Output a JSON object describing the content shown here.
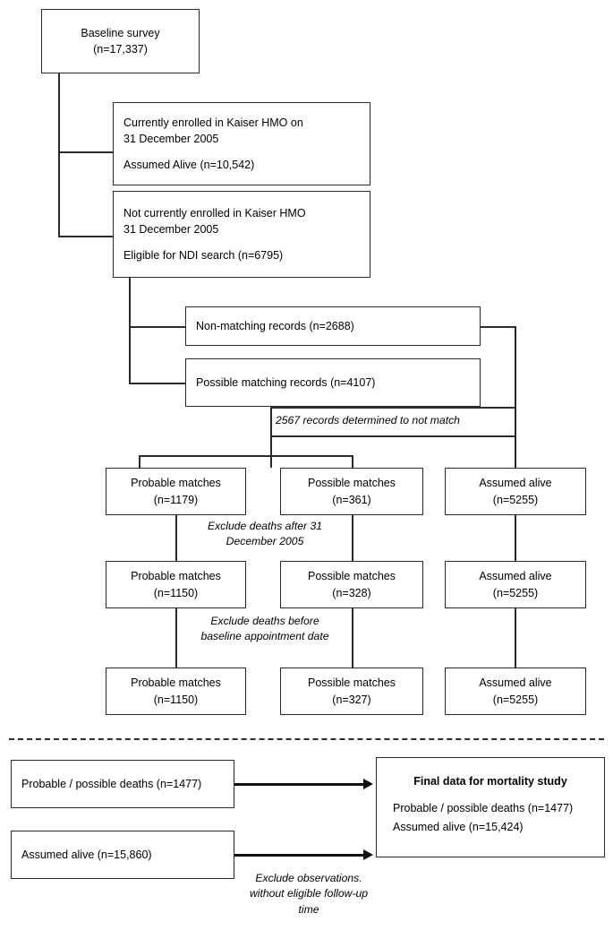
{
  "figure": {
    "title": "Study participant flow diagram for mortality follow-up",
    "type": "flowchart"
  },
  "nodes": {
    "baseline": {
      "line1": "Baseline survey",
      "line2": "(n=17,337)"
    },
    "enrolled": {
      "line1": "Currently enrolled in Kaiser HMO on",
      "line2": "31 December 2005",
      "line3": "Assumed Alive (n=10,542)"
    },
    "not_enrolled": {
      "line1": "Not currently enrolled in Kaiser HMO",
      "line2": "31 December 2005",
      "line3": "Eligible for NDI search (n=6795)"
    },
    "non_matching": {
      "line1": "Non-matching records (n=2688)"
    },
    "possible_matching": {
      "line1": "Possible matching records (n=4107)"
    },
    "row1": {
      "probable": {
        "line1": "Probable matches",
        "line2": "(n=1179)"
      },
      "possible": {
        "line1": "Possible matches",
        "line2": "(n=361)"
      },
      "alive": {
        "line1": "Assumed alive",
        "line2": "(n=5255)"
      }
    },
    "row2": {
      "probable": {
        "line1": "Probable matches",
        "line2": "(n=1150)"
      },
      "possible": {
        "line1": "Possible matches",
        "line2": "(n=328)"
      },
      "alive": {
        "line1": "Assumed alive",
        "line2": "(n=5255)"
      }
    },
    "row3": {
      "probable": {
        "line1": "Probable matches",
        "line2": "(n=1150)"
      },
      "possible": {
        "line1": "Possible matches",
        "line2": "(n=327)"
      },
      "alive": {
        "line1": "Assumed alive",
        "line2": "(n=5255)"
      }
    },
    "deaths_summary": {
      "line1": "Probable / possible deaths (n=1477)"
    },
    "alive_summary": {
      "line1": "Assumed alive (n=15,860)"
    },
    "final": {
      "title": "Final data for mortality study",
      "line1": "Probable / possible deaths (n=1477)",
      "line2": "Assumed alive (n=15,424)"
    }
  },
  "annotations": {
    "not_match": "2567 records determined to not match",
    "exclude_after": {
      "line1": "Exclude deaths after",
      "line2": "31 December 2005"
    },
    "exclude_before": {
      "line1": "Exclude deaths",
      "line2": "before baseline",
      "line3": "appointment date"
    },
    "exclude_followup": {
      "line1": "Exclude",
      "line2": "observations.",
      "line3": "without eligible",
      "line4": "follow-up time"
    }
  },
  "colors": {
    "stroke": "#2b2b2b",
    "arrow": "#111111",
    "background": "#ffffff"
  }
}
